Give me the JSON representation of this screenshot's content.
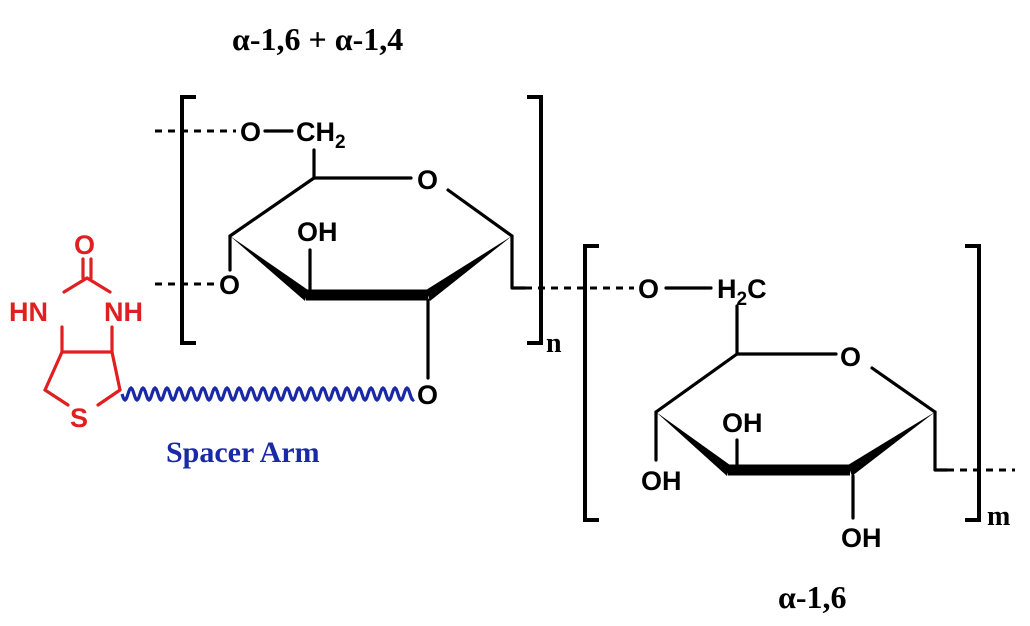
{
  "labels": {
    "top_linkage": "α-1,6  + α-1,4",
    "bottom_linkage": "α-1,6",
    "spacer_arm": "Spacer Arm",
    "subscript_n": "n",
    "subscript_m": "m"
  },
  "upper_ring": {
    "ch2": "CH",
    "ch2_sub": "2",
    "o_bridge": "O",
    "ring_o": "O",
    "oh": "OH",
    "o_left": "O",
    "o_bottom": "O"
  },
  "lower_ring": {
    "o_link": "O",
    "h2c": "H",
    "h2c_sub": "2",
    "h2c_c": "C",
    "ring_o": "O",
    "oh_top": "OH",
    "oh_left": "OH",
    "oh_bottom": "OH"
  },
  "biotin": {
    "o": "O",
    "hn": "HN",
    "nh": "NH",
    "s": "S"
  },
  "colors": {
    "biotin": "#e02020",
    "spacer": "#1a2aa6",
    "structure": "#000000"
  }
}
